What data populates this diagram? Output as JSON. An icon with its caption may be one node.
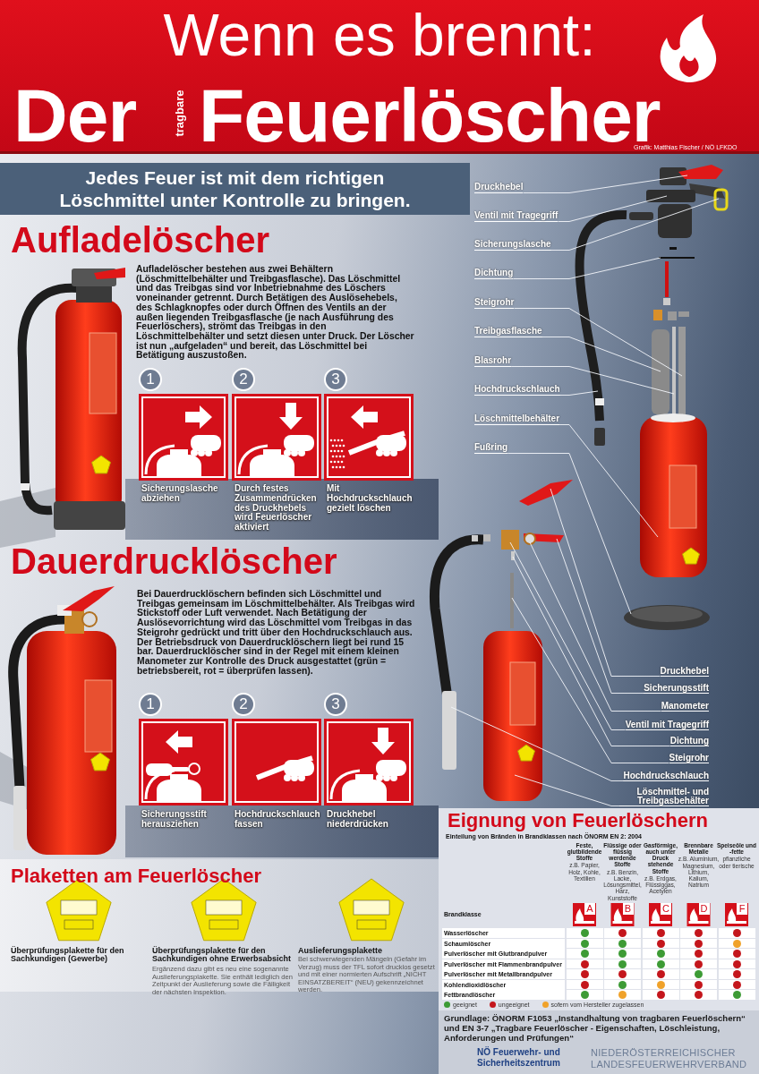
{
  "diagram": {
    "title": "Wenn es brennt:",
    "nodes": [
      {
        "text": [
          "Druckhebel"
        ]
      },
      {
        "text": [
          "Ventil mit Tragegriff"
        ]
      },
      {
        "text": [
          "Sicherungslasche"
        ]
      },
      {
        "text": [
          "Dichtung"
        ]
      },
      {
        "text": [
          "Steigrohr"
        ]
      },
      {
        "text": [
          "Treibgasflasche"
        ]
      },
      {
        "text": [
          "Blasrohr"
        ]
      },
      {
        "text": [
          "Hochdruckschlauch"
        ]
      },
      {
        "text": [
          "Löschmittelbehälter"
        ]
      },
      {
        "text": [
          "Fußring"
        ]
      },
      {
        "text": [
          "Druckhebel"
        ]
      },
      {
        "text": [
          "Sicherungsstift"
        ]
      },
      {
        "text": [
          "Manometer"
        ]
      },
      {
        "text": [
          "Ventil mit Tragegriff"
        ]
      },
      {
        "text": [
          "Dichtung"
        ]
      },
      {
        "text": [
          "Steigrohr"
        ]
      },
      {
        "text": [
          "Hochdruckschlauch"
        ]
      },
      {
        "text": [
          "Löschmittel- und Treibgasbehälter"
        ]
      },
      {
        "text": [],
        "shape": "circle"
      },
      {
        "text": [],
        "shape": "circle"
      },
      {
        "text": [],
        "shape": "circle"
      },
      {
        "text": [],
        "shape": "circle"
      },
      {
        "text": [],
        "shape": "circle"
      },
      {
        "text": [],
        "shape": "circle"
      },
      {
        "text": [],
        "shape": "circle"
      },
      {
        "text": [],
        "shape": "circle"
      },
      {
        "text": [],
        "shape": "circle"
      },
      {
        "text": [],
        "shape": "circle"
      },
      {
        "text": [],
        "shape": "circle"
      },
      {
        "text": [],
        "shape": "circle"
      },
      {
        "text": [],
        "shape": "circle"
      },
      {
        "text": [],
        "shape": "circle"
      },
      {
        "text": [],
        "shape": "circle"
      },
      {
        "text": [],
        "shape": "circle"
      },
      {
        "text": [],
        "shape": "circle"
      },
      {
        "text": [],
        "shape": "circle"
      },
      {
        "text": [],
        "shape": "circle"
      },
      {
        "text": [],
        "shape": "circle"
      },
      {
        "text": [],
        "shape": "circle"
      },
      {
        "text": [],
        "shape": "circle"
      },
      {
        "text": [],
        "shape": "circle"
      },
      {
        "text": [],
        "shape": "circle"
      },
      {
        "text": [],
        "shape": "circle"
      },
      {
        "text": [],
        "shape": "circle"
      },
      {
        "text": [],
        "shape": "circle"
      },
      {
        "text": [],
        "shape": "circle"
      },
      {
        "text": [],
        "shape": "circle"
      },
      {
        "text": [],
        "shape": "circle"
      },
      {
        "text": [],
        "shape": "circle"
      },
      {
        "text": [],
        "shape": "circle"
      },
      {
        "text": [],
        "shape": "circle"
      },
      {
        "text": [],
        "shape": "circle"
      },
      {
        "text": [],
        "shape": "circle"
      }
    ],
    "edges": [
      {
        "from": 0,
        "to": null,
        "arrow": "none"
      },
      {
        "from": 1,
        "to": null,
        "arrow": "none"
      },
      {
        "from": 2,
        "to": null,
        "arrow": "none"
      },
      {
        "from": 3,
        "to": null,
        "arrow": "none"
      },
      {
        "from": 4,
        "to": null,
        "arrow": "none"
      },
      {
        "from": 5,
        "to": null,
        "arrow": "none"
      },
      {
        "from": 6,
        "to": null,
        "arrow": "none"
      },
      {
        "from": 7,
        "to": null,
        "arrow": "none"
      },
      {
        "from": 8,
        "to": null,
        "arrow": "none"
      },
      {
        "from": 9,
        "to": null,
        "arrow": "none"
      },
      {
        "from": 10,
        "to": null,
        "arrow": "none"
      },
      {
        "from": 11,
        "to": null,
        "arrow": "none"
      },
      {
        "from": 12,
        "to": null,
        "arrow": "none"
      },
      {
        "from": 13,
        "to": null,
        "arrow": "none"
      },
      {
        "from": 14,
        "to": null,
        "arrow": "none"
      },
      {
        "from": 15,
        "to": null,
        "arrow": "none"
      },
      {
        "from": 16,
        "to": null,
        "arrow": "none"
      },
      {
        "from": 17,
        "to": null,
        "arrow": "none"
      }
    ],
    "labels": [
      "Der",
      "tragbare",
      "Feuerlöscher",
      "Grafik: Matthias Fischer / NÖ LFKDO",
      "Jedes Feuer ist mit dem richtigen Löschmittel unter Kontrolle zu bringen.",
      "Aufladelöscher",
      "Aufladelöscher bestehen aus zwei Behältern (Löschmittelbehälter und Treibgasflasche). Das Löschmittel und das Treibgas sind vor Inbetriebnahme des Löschers voneinander getrennt. Durch Betätigen des Auslösehebels, des Schlagknopfes oder durch Öffnen des Ventils an der außen liegenden Treibgasflasche (je nach Ausführung des Feuerlöschers), strömt das Treibgas in den Löschmittelbehälter und setzt diesen unter Druck. Der Löscher ist nun „aufgeladen“ und bereit, das Löschmittel bei Betätigung auszustoßen.",
      "1",
      "2",
      "3",
      "Sicherungslasche abziehen",
      "Durch festes Zusammendrücken des Druckhebels wird Feuerlöscher aktiviert",
      "Mit Hochdruckschlauch gezielt löschen",
      "Dauerdrucklöscher",
      "Bei Dauerdrucklöschern befinden sich Löschmittel und Treibgas gemeinsam im Löschmittelbehälter. Als Treibgas wird Stickstoff oder Luft verwendet. Nach Betätigung der Auslösevorrichtung wird das Löschmittel vom Treibgas in das Steigrohr gedrückt und tritt über den Hochdruckschlauch aus. Der Betriebsdruck von Dauerdrucklöschern liegt bei rund 15 bar. Dauerdrucklöscher sind in der Regel mit einem kleinen Manometer zur Kontrolle des Druck ausgestattet (grün = betriebsbereit, rot = überprüfen lassen).",
      "1",
      "2",
      "3",
      "Sicherungsstift herausziehen",
      "Hochdruckschlauch fassen",
      "Druckhebel niederdrücken",
      "Eignung von Feuerlöschern",
      "Einteilung von Bränden in Brandklassen nach ÖNORM EN 2: 2004",
      "Feste, glutbildende Stoffe",
      "z.B. Papier, Holz, Kohle, Textilien",
      "Flüssige oder flüssig werdende Stoffe",
      "z.B. Benzin, Lacke, Lösungsmittel, Harz, Kunststoffe",
      "Gasförmige, auch unter Druck stehende Stoffe",
      "z.B. Erdgas, Flüssiggas, Acetylen",
      "Brennbare Metalle",
      "z.B. Aluminium, Magnesium, Lithium, Kalium, Natrium",
      "Speiseöle und -fette",
      "pflanzliche oder tierische",
      "Brandklasse",
      "A",
      "B",
      "C",
      "D",
      "F",
      "Wasserlöscher",
      "Schaumlöscher",
      "Pulverlöscher mit Glutbrandpulver",
      "Pulverlöscher mit Flammenbrandpulver",
      "Pulverlöscher mit Metallbrandpulver",
      "Kohlendioxidlöscher",
      "Fettbrandlöscher",
      "Plaketten am Feuerlöscher",
      "Überprüfungsplakette für den Sachkundigen (Gewerbe)",
      "Überprüfungsplakette für den Sachkundigen ohne Erwerbsabsicht",
      "Ergänzend dazu gibt es neu eine sogenannte Auslieferungsplakette. Sie enthält lediglich den Zeitpunkt der Auslieferung sowie die Fälligkeit der nächsten Inspektion.",
      "Auslieferungsplakette",
      "Bei schwerwiegenden Mängeln (Gefahr im Verzug) muss der TFL sofort drucklos gesetzt und mit einer normierten Aufschrift „NICHT EINSATZBEREIT“ (NEU) gekennzeichnet werden.",
      "Grundlage: ÖNORM F1053 „Instandhaltung von tragbaren Feuerlöschern“ und EN 3-7 „Tragbare Feuerlöscher - Eigenschaften, Löschleistung, Anforderungen und Prüfungen“",
      "NÖ Feuerwehr- und Sicherheitszentrum",
      "NIEDERÖSTERREICHISCHER LANDESFEUERWEHRVERBAND"
    ],
    "legend": [
      {
        "text": "geeignet",
        "color": "#3d9b35"
      },
      {
        "text": "ungeeignet",
        "color": "#c4161c"
      },
      {
        "text": "sofern vom Hersteller zugelassen",
        "color": "#f0a22a"
      }
    ]
  }
}
